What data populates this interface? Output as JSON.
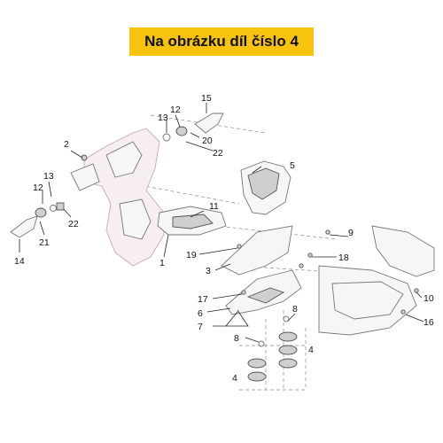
{
  "banner": {
    "text": "Na obrázku díl číslo 4",
    "color": "#f7c30f"
  },
  "callouts": {
    "c15": "15",
    "c13a": "13",
    "c12a": "12",
    "c20": "20",
    "c22a": "22",
    "c2": "2",
    "c5": "5",
    "c13b": "13",
    "c12b": "12",
    "c22b": "22",
    "c11": "11",
    "c21": "21",
    "c14": "14",
    "c1": "1",
    "c9": "9",
    "c19": "19",
    "c18": "18",
    "c3": "3",
    "c17": "17",
    "c10": "10",
    "c6": "6",
    "c16": "16",
    "c7": "7",
    "c8a": "8",
    "c8b": "8",
    "c4a": "4",
    "c4b": "4"
  }
}
